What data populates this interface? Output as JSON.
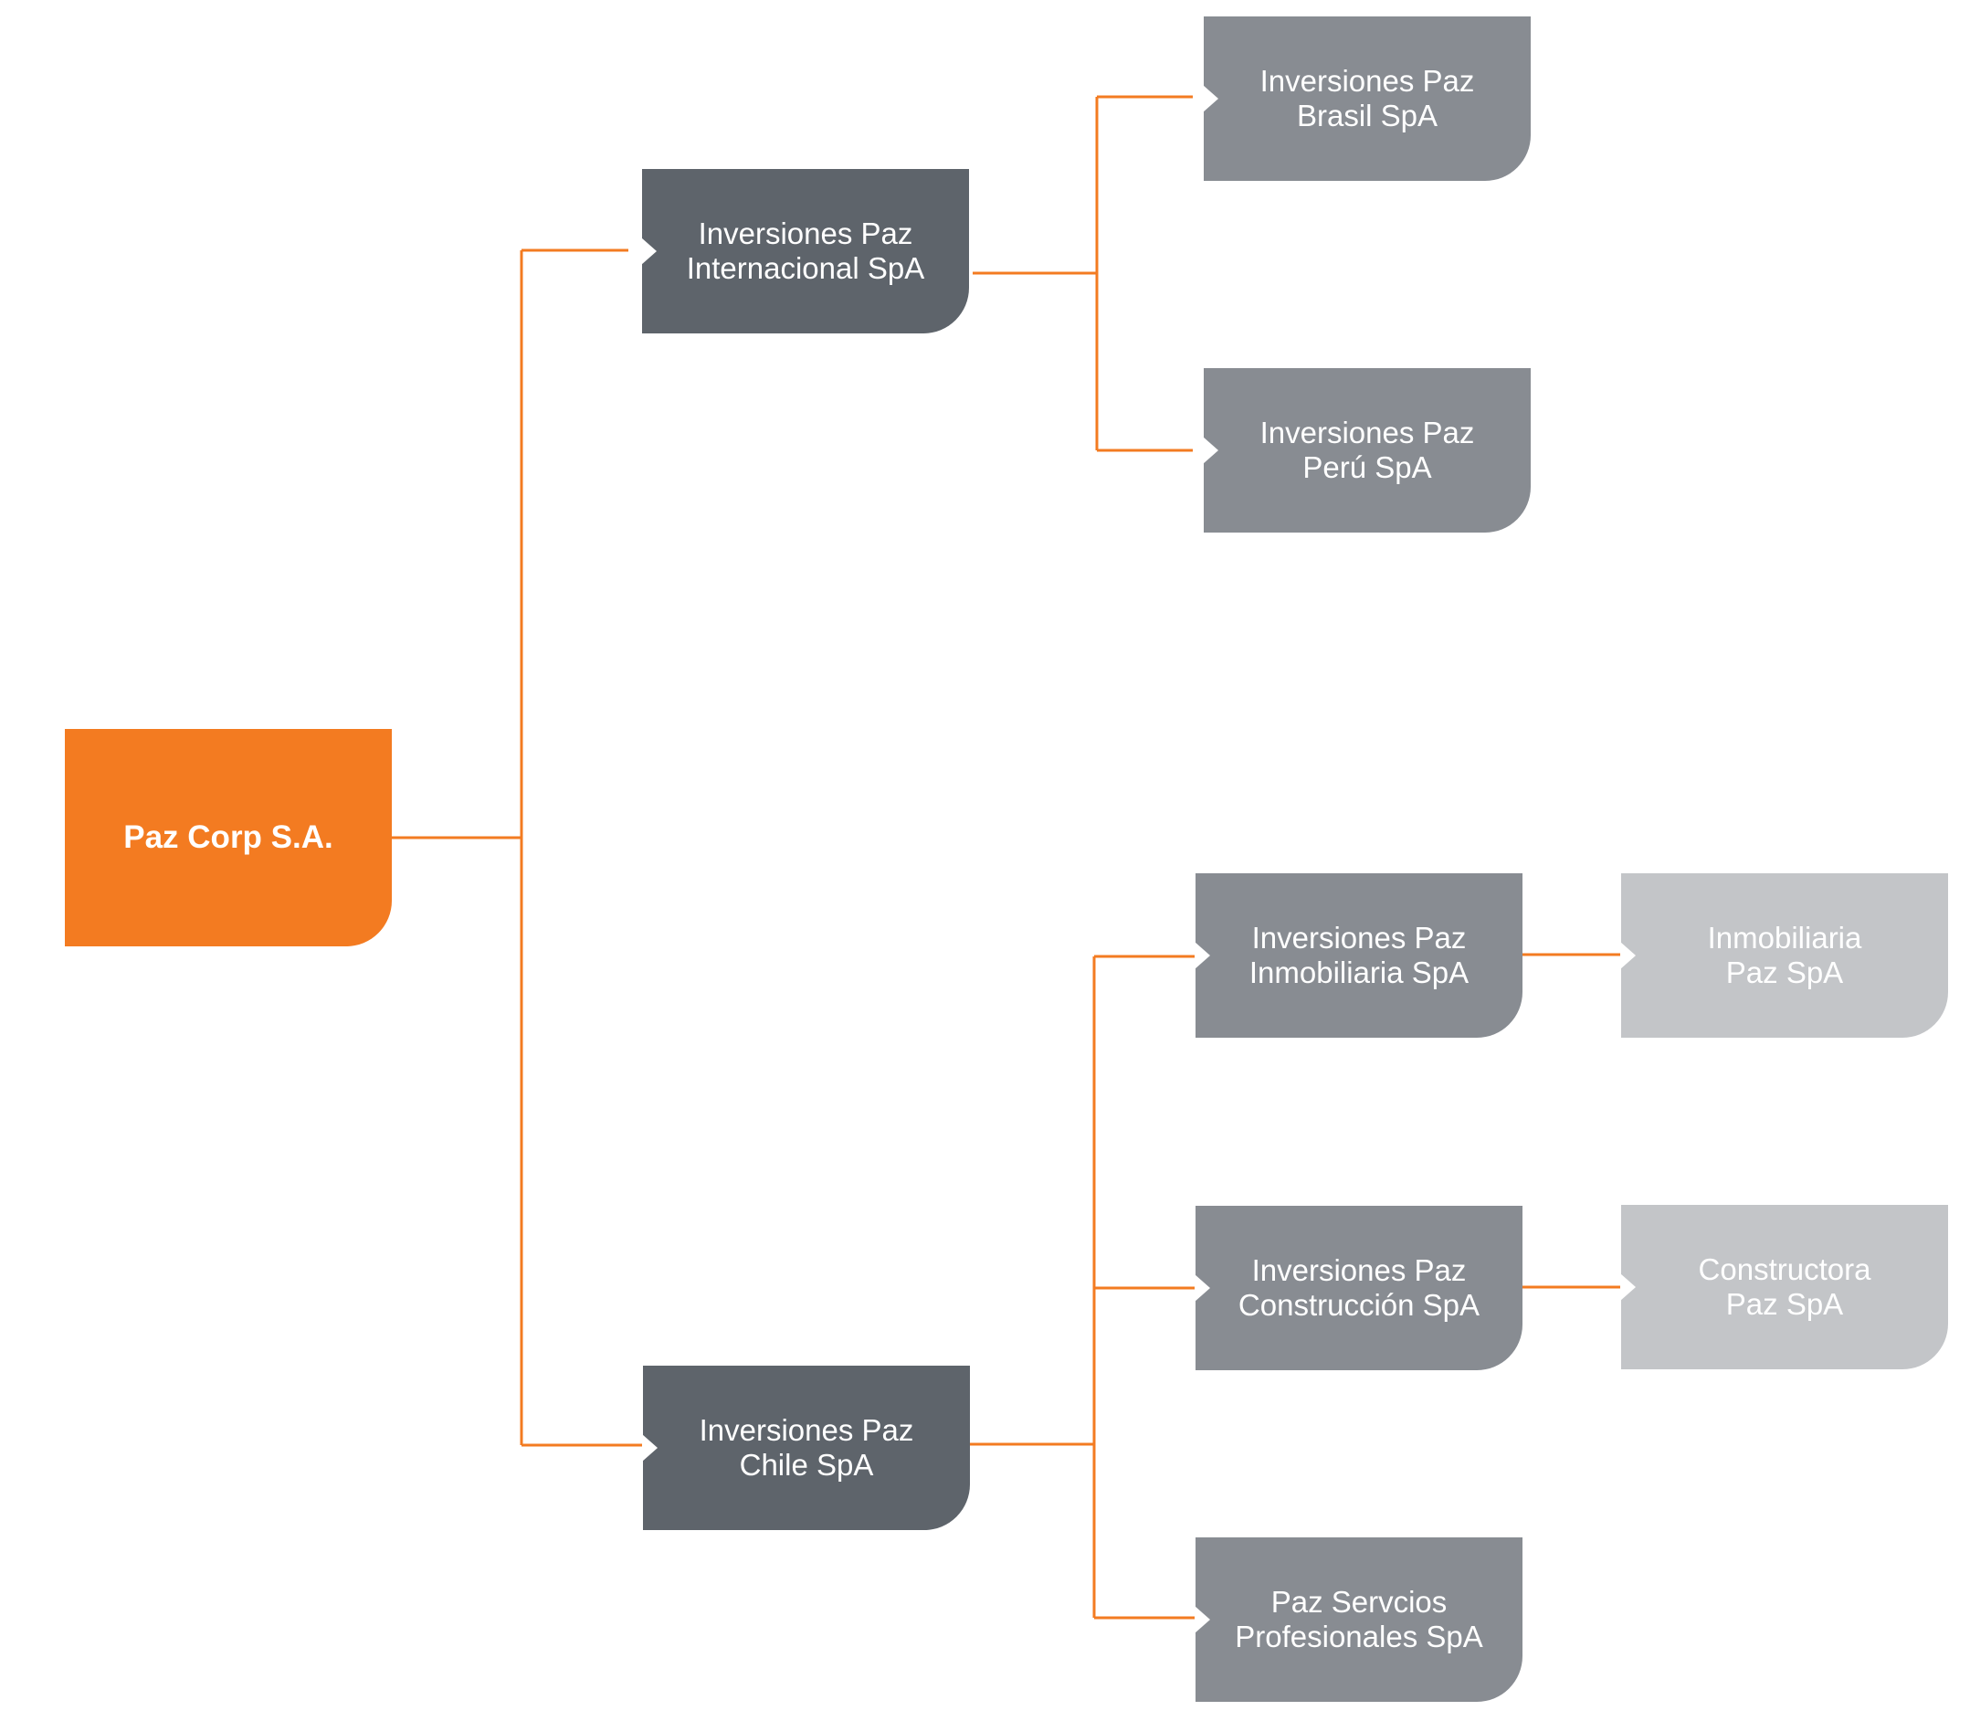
{
  "colors": {
    "connector": "#f37b21",
    "root": "#f37b21",
    "level1": "#5e646b",
    "level2": "#888c92",
    "level3": "#c3c5c8",
    "text": "#ffffff"
  },
  "nodes": {
    "root": {
      "lines": [
        "Paz Corp S.A."
      ]
    },
    "intl": {
      "lines": [
        "Inversiones Paz",
        "Internacional SpA"
      ]
    },
    "chile": {
      "lines": [
        "Inversiones Paz",
        "Chile SpA"
      ]
    },
    "brasil": {
      "lines": [
        "Inversiones Paz",
        "Brasil SpA"
      ]
    },
    "peru": {
      "lines": [
        "Inversiones Paz",
        "Perú SpA"
      ]
    },
    "inmo": {
      "lines": [
        "Inversiones Paz",
        "Inmobiliaria SpA"
      ]
    },
    "cons": {
      "lines": [
        "Inversiones Paz",
        "Construcción SpA"
      ]
    },
    "serv": {
      "lines": [
        "Paz Servcios",
        "Profesionales SpA"
      ]
    },
    "inmo2": {
      "lines": [
        "Inmobiliaria",
        "Paz SpA"
      ]
    },
    "cons2": {
      "lines": [
        "Constructora",
        "Paz SpA"
      ]
    }
  },
  "edges": [
    [
      "root",
      "intl"
    ],
    [
      "root",
      "chile"
    ],
    [
      "intl",
      "brasil"
    ],
    [
      "intl",
      "peru"
    ],
    [
      "chile",
      "inmo"
    ],
    [
      "chile",
      "cons"
    ],
    [
      "chile",
      "serv"
    ],
    [
      "inmo",
      "inmo2"
    ],
    [
      "cons",
      "cons2"
    ]
  ]
}
